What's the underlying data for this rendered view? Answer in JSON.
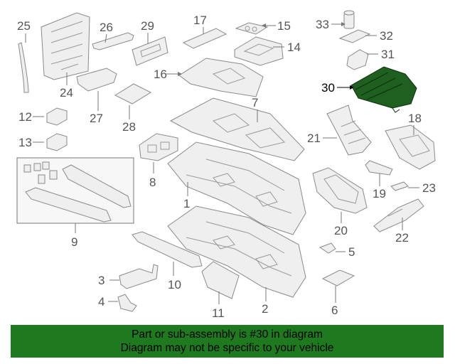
{
  "callouts": {
    "n1": "1",
    "n2": "2",
    "n3": "3",
    "n4": "4",
    "n5": "5",
    "n6": "6",
    "n7": "7",
    "n8": "8",
    "n9": "9",
    "n10": "10",
    "n11": "11",
    "n12": "12",
    "n13": "13",
    "n14": "14",
    "n15": "15",
    "n16": "16",
    "n17": "17",
    "n18": "18",
    "n19": "19",
    "n20": "20",
    "n21": "21",
    "n22": "22",
    "n23": "23",
    "n24": "24",
    "n25": "25",
    "n26": "26",
    "n27": "27",
    "n28": "28",
    "n29": "29",
    "n30": "30",
    "n31": "31",
    "n32": "32",
    "n33": "33"
  },
  "highlighted_part": "30",
  "colors": {
    "highlight": "#1f5f1f",
    "banner": "#1f7a1f"
  },
  "banner": {
    "line1": "Part or sub-assembly is #30 in diagram",
    "line2": "Diagram may not be specific to your vehicle"
  }
}
